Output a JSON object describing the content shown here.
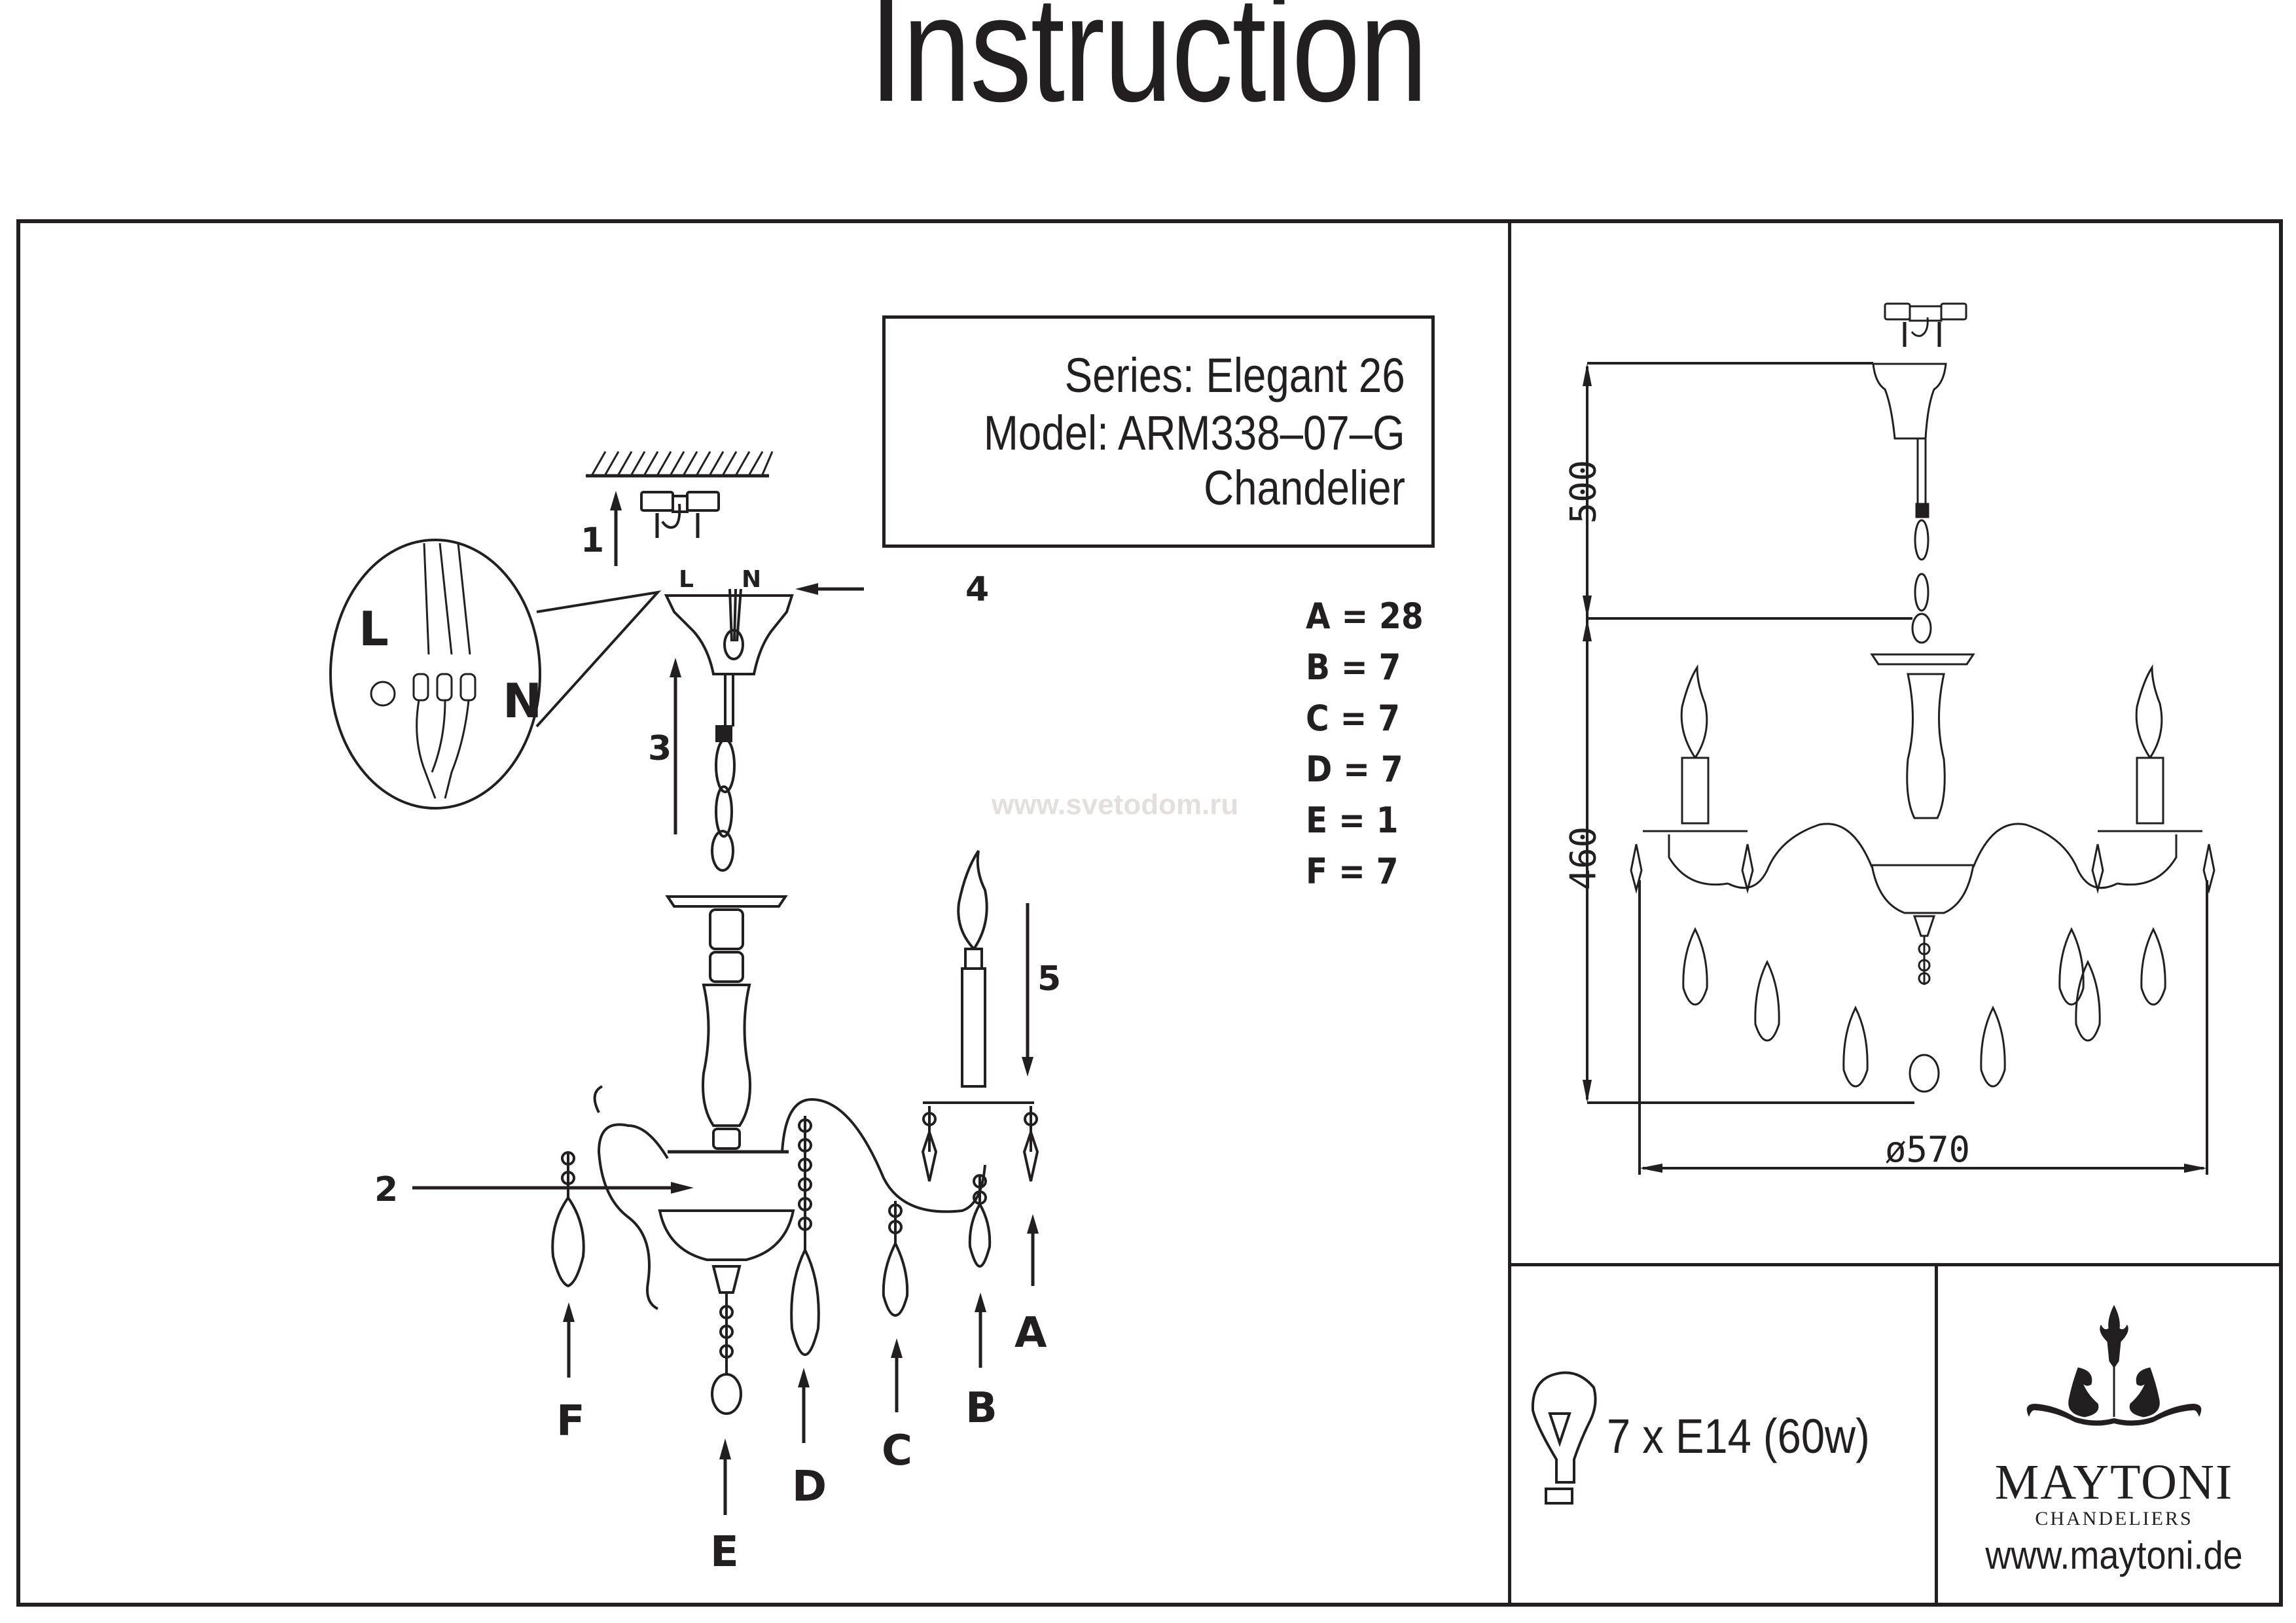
{
  "title": "Instruction",
  "product": {
    "series": "Series: Elegant 26",
    "model": "Model: ARM338–07–G",
    "type": "Chandelier"
  },
  "parts": [
    {
      "letter": "A",
      "qty": 28,
      "text": "A = 28"
    },
    {
      "letter": "B",
      "qty": 7,
      "text": "B = 7"
    },
    {
      "letter": "C",
      "qty": 7,
      "text": "C = 7"
    },
    {
      "letter": "D",
      "qty": 7,
      "text": "D = 7"
    },
    {
      "letter": "E",
      "qty": 1,
      "text": "E = 1"
    },
    {
      "letter": "F",
      "qty": 7,
      "text": "F = 7"
    }
  ],
  "watermark": "www.svetodom.ru",
  "assembly_steps": [
    "1",
    "2",
    "3",
    "4",
    "5"
  ],
  "wiring": {
    "live": "L",
    "neutral": "N",
    "ground_icon": "ground-symbol-icon"
  },
  "part_labels": [
    "A",
    "B",
    "C",
    "D",
    "E",
    "F"
  ],
  "dimensions": {
    "chain_length": "500",
    "body_height": "460",
    "diameter": "ø570",
    "unit": "mm"
  },
  "bulb": {
    "icon": "light-bulb-icon",
    "spec": "7 x E14 (60w)"
  },
  "brand": {
    "logo_icon": "maytoni-ornament-icon",
    "name": "MAYTONI",
    "subtitle": "CHANDELIERS",
    "website": "www.maytoni.de"
  }
}
